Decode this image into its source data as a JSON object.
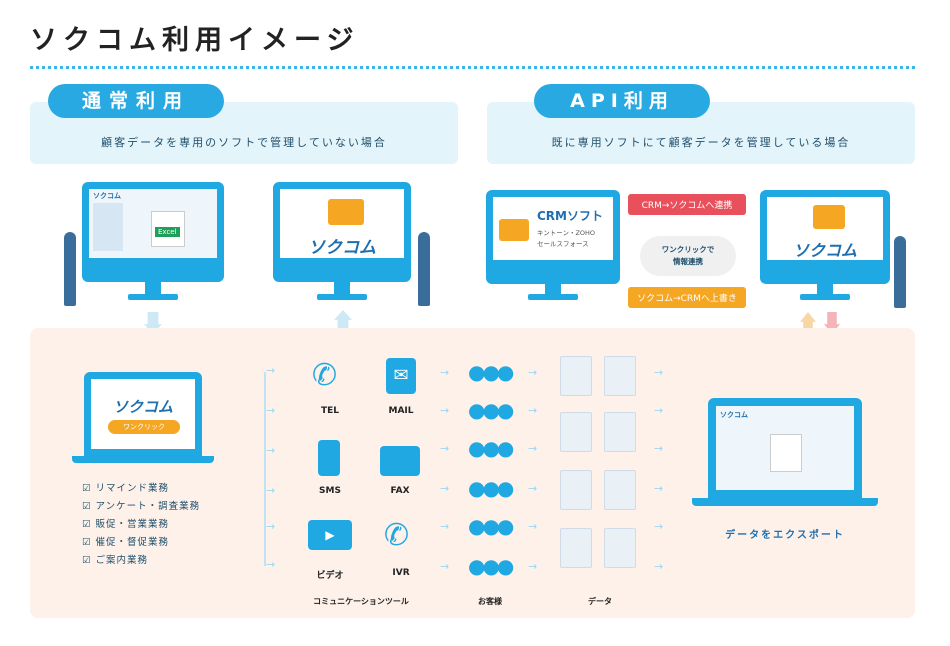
{
  "title": "ソクコム利用イメージ",
  "normal": {
    "pill": "通常利用",
    "desc": "顧客データを専用のソフトで管理していない場合"
  },
  "api": {
    "pill": "API利用",
    "desc": "既に専用ソフトにて顧客データを管理している場合",
    "crm_name": "CRMソフト",
    "crm_sub1": "キントーン・ZOHO",
    "crm_sub2": "セールスフォース",
    "badge_top": "CRM→ソクコムへ連携",
    "badge_bottom": "ソクコム→CRMへ上書き",
    "cloud_line1": "ワンクリックで",
    "cloud_line2": "情報連携"
  },
  "brand": "ソクコム",
  "excel_label": "Excel",
  "laptop_button": "ワンクリック",
  "tasks": [
    "☑ リマインド業務",
    "☑ アンケート・調査業務",
    "☑ 販促・営業業務",
    "☑ 催促・督促業務",
    "☑ ご案内業務"
  ],
  "tools": {
    "tel": "TEL",
    "mail": "MAIL",
    "sms": "SMS",
    "fax": "FAX",
    "video": "ビデオ",
    "ivr": "IVR"
  },
  "captions": {
    "tools": "コミュニケーションツール",
    "customers": "お客様",
    "data": "データ"
  },
  "export_label": "データをエクスポート",
  "colors": {
    "accent": "#29a9e1",
    "red": "#e8505b",
    "orange": "#f5a623"
  }
}
